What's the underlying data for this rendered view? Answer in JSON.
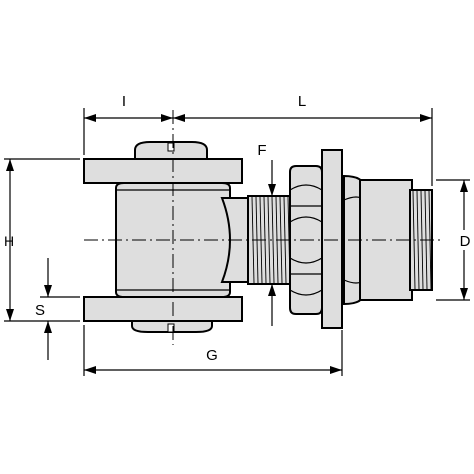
{
  "labels": {
    "i": "I",
    "l": "L",
    "f": "F",
    "h": "H",
    "s": "S",
    "d": "D",
    "g": "G"
  }
}
